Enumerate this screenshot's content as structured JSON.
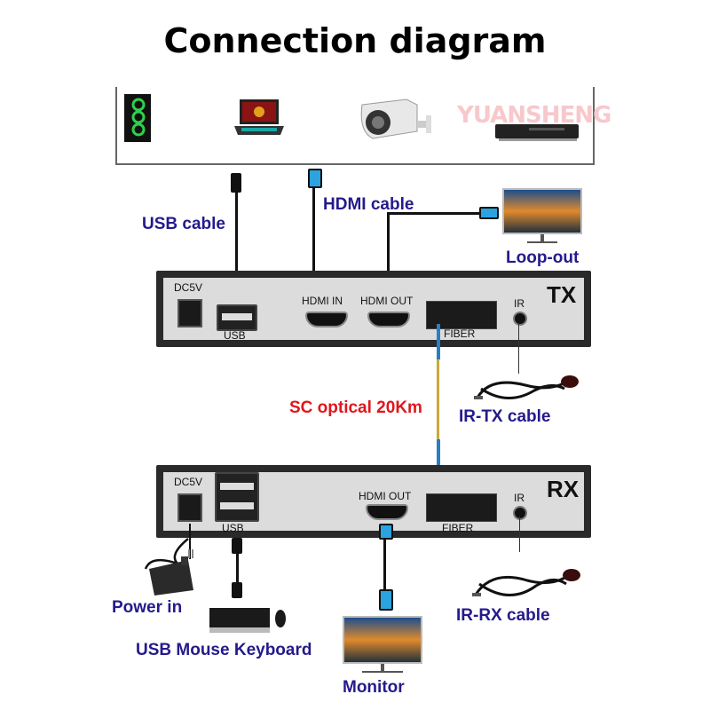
{
  "title": "Connection diagram",
  "watermark": "YUANSHENG",
  "sources": [
    {
      "name": "pc-tower",
      "icon": "pc-tower-icon"
    },
    {
      "name": "laptop",
      "icon": "laptop-icon"
    },
    {
      "name": "security-camera",
      "icon": "camera-icon"
    },
    {
      "name": "dvd-player",
      "icon": "dvd-player-icon"
    }
  ],
  "cable_labels": {
    "usb_cable": "USB cable",
    "hdmi_cable": "HDMI cable",
    "loop_out": "Loop-out",
    "sc_optical": "SC optical 20Km",
    "ir_tx_cable": "IR-TX cable",
    "power_in": "Power in",
    "usb_mouse_keyboard": "USB Mouse Keyboard",
    "monitor": "Monitor",
    "ir_rx_cable": "IR-RX cable"
  },
  "tx": {
    "badge": "TX",
    "ports": {
      "dc": "DC5V",
      "usb": "USB",
      "hdmi_in": "HDMI IN",
      "hdmi_out": "HDMI OUT",
      "fiber": "FIBER",
      "ir": "IR"
    }
  },
  "rx": {
    "badge": "RX",
    "ports": {
      "dc": "DC5V",
      "usb": "USB",
      "hdmi_out": "HDMI OUT",
      "fiber": "FIBER",
      "ir": "IR"
    }
  },
  "colors": {
    "label_blue": "#241a8c",
    "label_red": "#e0161c",
    "hdmi_plug": "#2aa3e0",
    "fiber_cable": "#c8a93a"
  }
}
